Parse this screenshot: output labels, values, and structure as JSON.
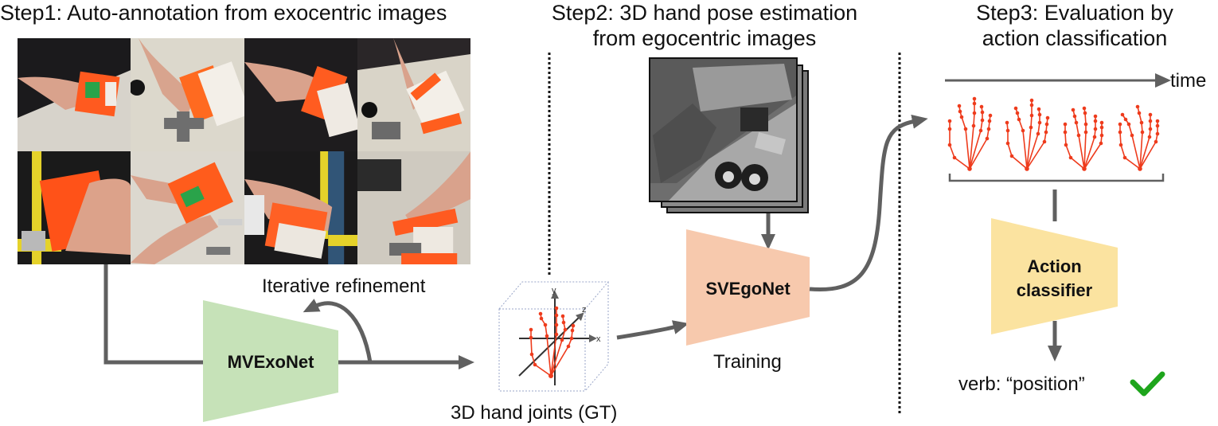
{
  "steps": {
    "step1": {
      "title": "Step1: Auto-annotation from exocentric images"
    },
    "step2": {
      "title_line1": "Step2: 3D hand pose estimation",
      "title_line2": "from egocentric images"
    },
    "step3": {
      "title_line1": "Step3: Evaluation by",
      "title_line2": "action classification"
    }
  },
  "exocentric_grid": {
    "rows": 2,
    "cols": 4,
    "images": [
      {
        "bg": "#1b1a1c",
        "table": "#d8d6d0",
        "object": "#ff5a1f"
      },
      {
        "bg": "#dcd8cc",
        "table": "#e2ded4",
        "object": "#ff6a20"
      },
      {
        "bg": "#1e1c1e",
        "table": "#cfcac2",
        "object": "#ff5c20"
      },
      {
        "bg": "#2a2628",
        "table": "#d9d4c8",
        "object": "#ff5e1e"
      },
      {
        "bg": "#1a1a1a",
        "table": "#202020",
        "object": "#ff5218"
      },
      {
        "bg": "#dcd8cf",
        "table": "#e5e1d8",
        "object": "#ff5c1c"
      },
      {
        "bg": "#1b1a1b",
        "table": "#222",
        "object": "#ff6024"
      },
      {
        "bg": "#cfcac0",
        "table": "#dcd7ce",
        "object": "#ff5a20"
      }
    ]
  },
  "mvexonet": {
    "label": "MVExoNet",
    "color": "#c6e2b8"
  },
  "iterative_refinement": {
    "label": "Iterative refinement"
  },
  "gt_joints": {
    "label": "3D hand joints (GT)",
    "axes": {
      "x": "x",
      "y": "y",
      "z": "z"
    },
    "joint_color": "#ee3b1c"
  },
  "svegonet": {
    "label": "SVEgoNet",
    "color": "#f7c9ad"
  },
  "training": {
    "label": "Training"
  },
  "timeline": {
    "label": "time"
  },
  "action_classifier": {
    "label_line1": "Action",
    "label_line2": "classifier",
    "color": "#fbe3a0"
  },
  "result": {
    "label": "verb: “position”",
    "check_color": "#1ea51c"
  },
  "colors": {
    "arrow": "#606060",
    "divider": "#111111",
    "skeleton": "#ee3b1c"
  }
}
